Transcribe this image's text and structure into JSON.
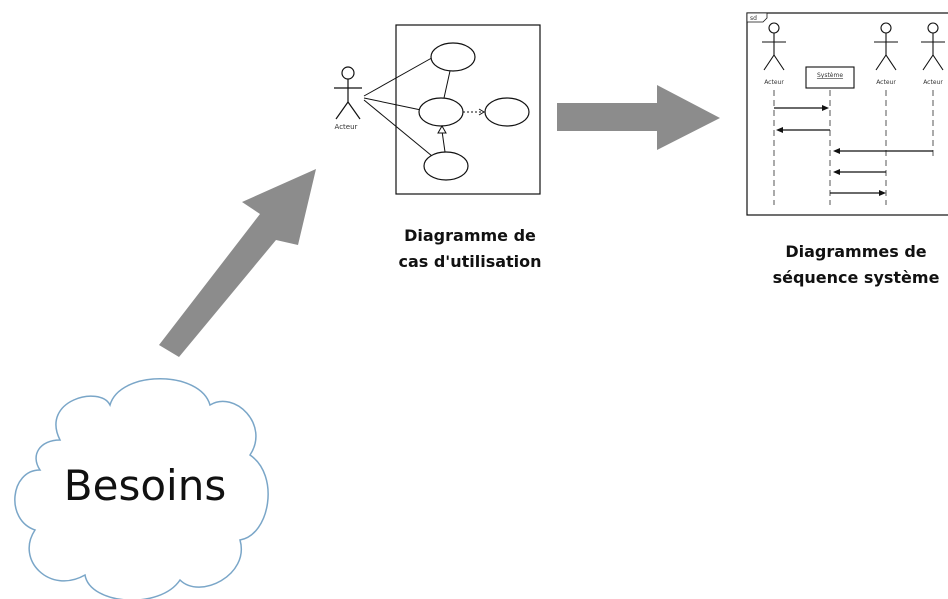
{
  "cloud": {
    "label": "Besoins"
  },
  "usecase_diagram": {
    "caption_line1": "Diagramme de",
    "caption_line2": "cas d'utilisation",
    "actor_label": "Acteur"
  },
  "sequence_diagram": {
    "caption_line1": "Diagrammes de",
    "caption_line2": "séquence système",
    "frame_tag": "sd",
    "lifelines": [
      "Acteur",
      "Système",
      "Acteur",
      "Acteur"
    ]
  },
  "colors": {
    "arrow_fill": "#8c8c8c",
    "line": "#111111",
    "dashed": "#555555",
    "cloud_stroke": "#7aa6c8"
  }
}
